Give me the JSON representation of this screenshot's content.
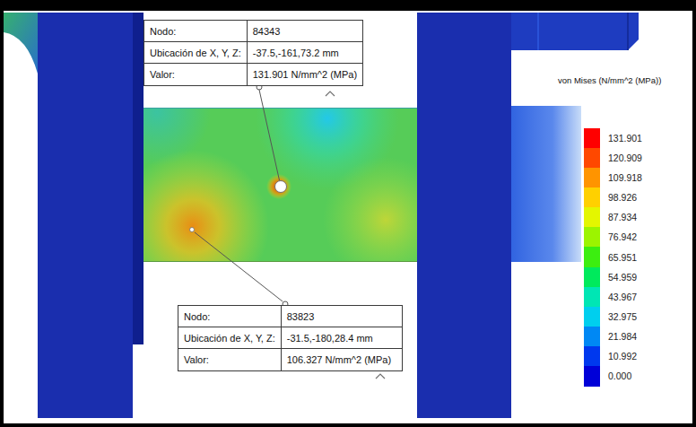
{
  "diagram": {
    "nodes": [
      {
        "text": [
          "Nodo:",
          "84343",
          "Ubicación de X, Y, Z:",
          "-37.5,-161,73.2 mm",
          "Valor:",
          "131.901 N/mm^2 (MPa)"
        ]
      },
      {
        "text": [
          "Nodo:",
          "83823",
          "Ubicación de X, Y, Z:",
          "-31.5,-180,28.4 mm",
          "Valor:",
          "106.327 N/mm^2 (MPa)"
        ]
      }
    ],
    "labels": [
      "von Mises (N/mm^2 (MPa))"
    ],
    "legend": [
      {
        "text": "131.901",
        "color": "#ff0000"
      },
      {
        "text": "120.909",
        "color": "#ff4800"
      },
      {
        "text": "109.918",
        "color": "#ff9400"
      },
      {
        "text": "98.926",
        "color": "#ffd000"
      },
      {
        "text": "87.934",
        "color": "#e4f600"
      },
      {
        "text": "76.942",
        "color": "#9cf400"
      },
      {
        "text": "65.951",
        "color": "#3cee10"
      },
      {
        "text": "54.959",
        "color": "#00ea5c"
      },
      {
        "text": "43.967",
        "color": "#00e6b4"
      },
      {
        "text": "32.975",
        "color": "#00cfee"
      },
      {
        "text": "21.984",
        "color": "#0088f4"
      },
      {
        "text": "10.992",
        "color": "#0038ee"
      },
      {
        "text": "0.000",
        "color": "#0000d8"
      }
    ]
  }
}
